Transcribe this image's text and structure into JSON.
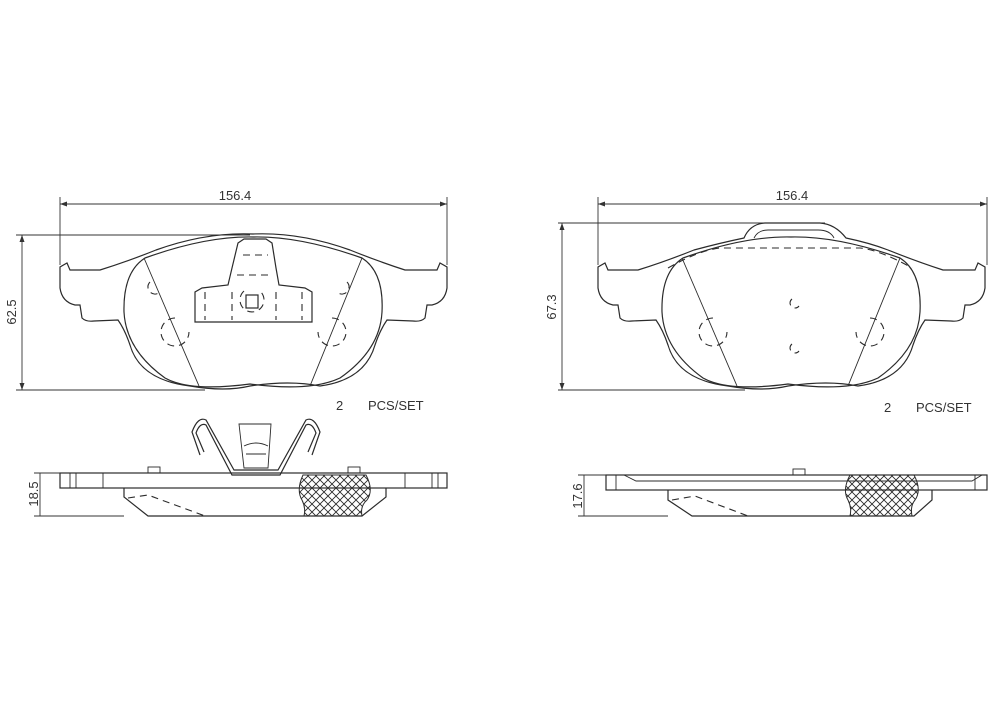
{
  "drawing": {
    "left_view": {
      "width_dim": "156.4",
      "height_dim": "62.5",
      "thickness_dim": "18.5",
      "qty_number": "2",
      "qty_unit": "PCS/SET"
    },
    "right_view": {
      "width_dim": "156.4",
      "height_dim": "67.3",
      "thickness_dim": "17.6",
      "qty_number": "2",
      "qty_unit": "PCS/SET"
    },
    "colors": {
      "line": "#2b2b2b",
      "background": "#ffffff"
    }
  }
}
